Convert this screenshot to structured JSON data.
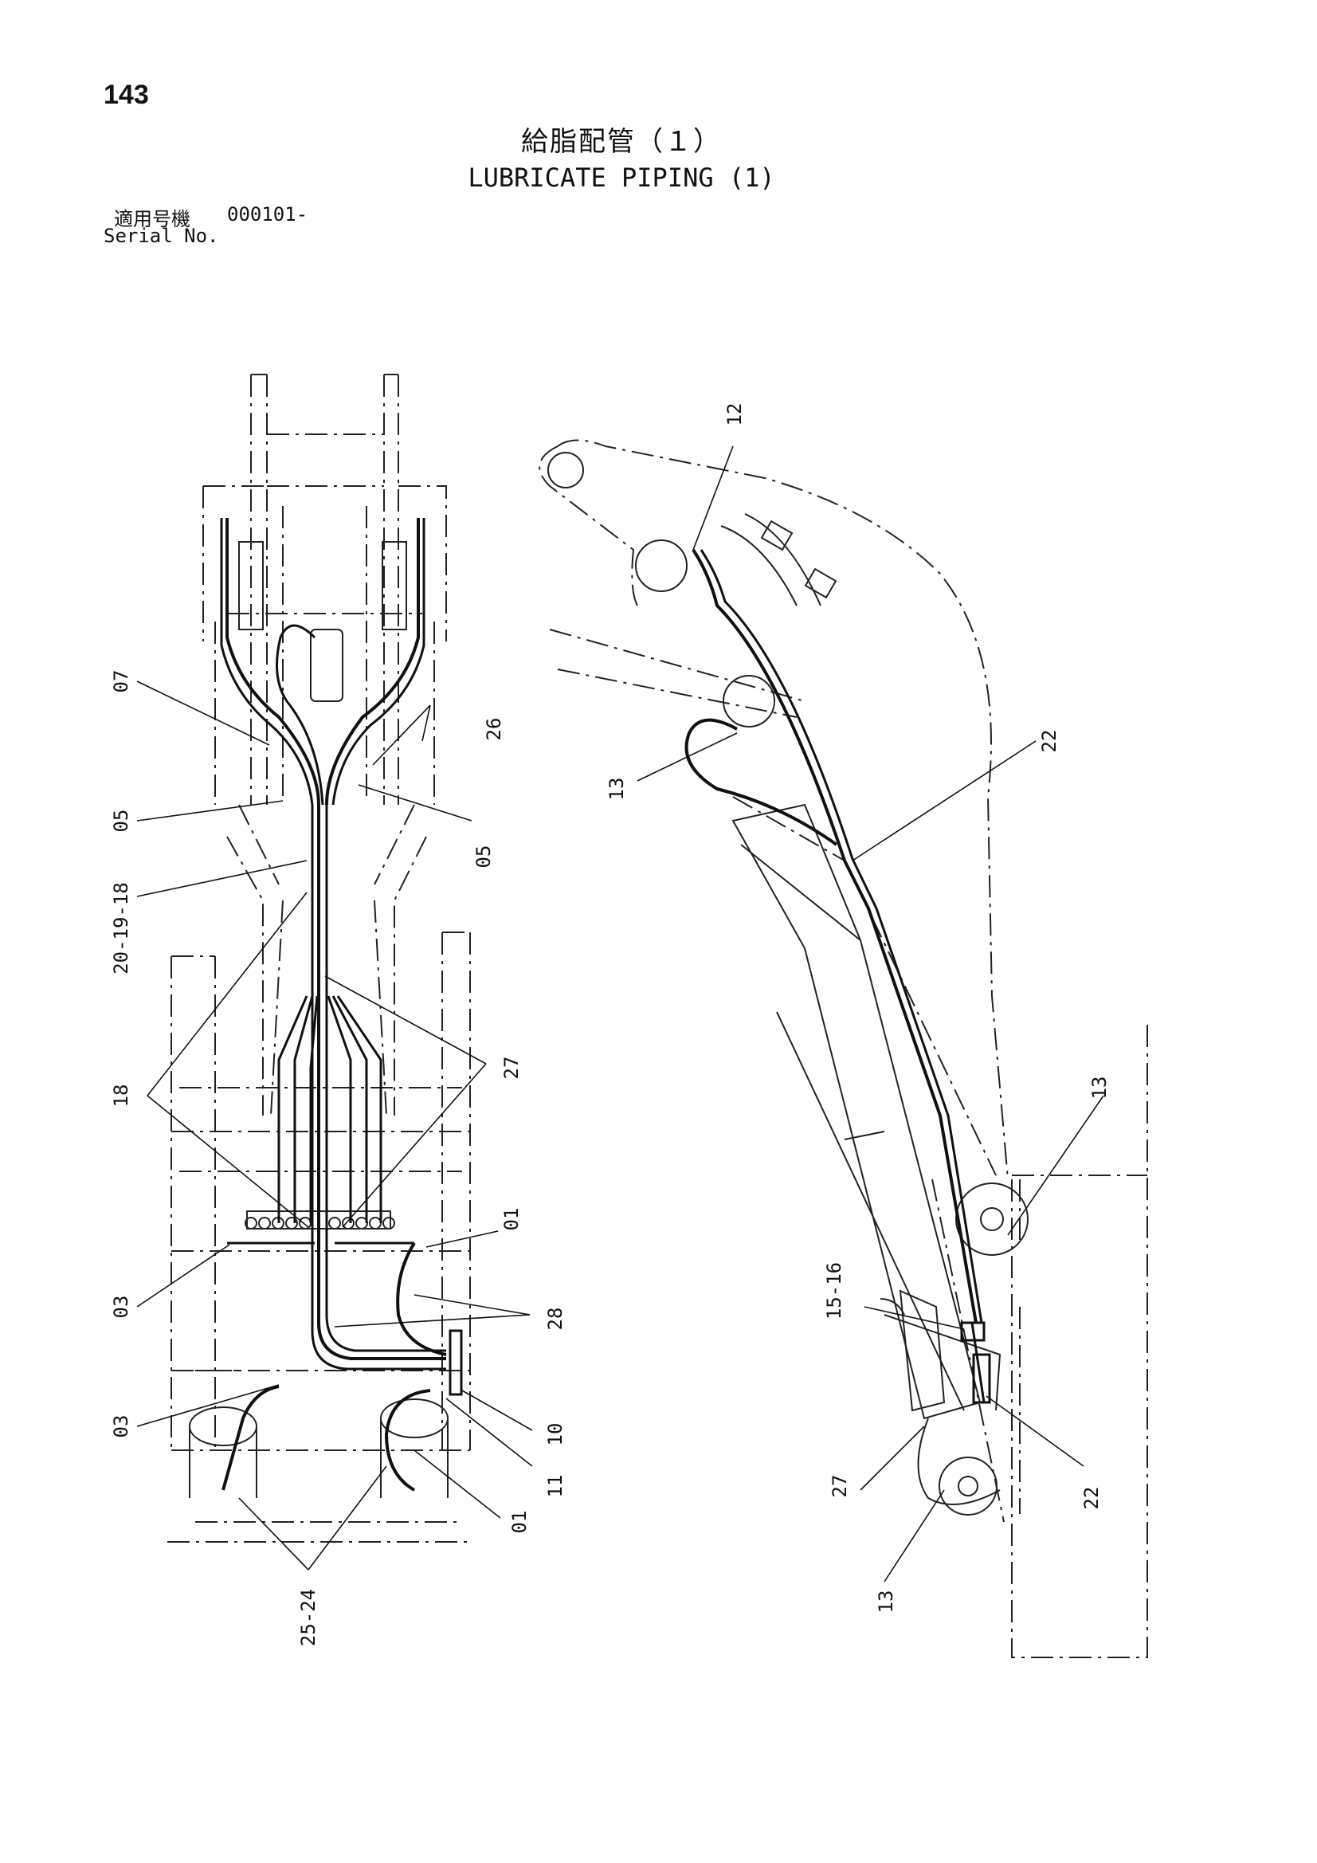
{
  "header": {
    "page_number": "143",
    "title_jp": "給脂配管（１）",
    "title_en": "LUBRICATE PIPING (1)",
    "serial_label_jp": "適用号機",
    "serial_number": "000101-",
    "serial_label_en": "Serial No."
  },
  "callouts": {
    "c07": "07",
    "c05_left": "05",
    "c05_right": "05",
    "c26": "26",
    "c20_19_18": "20-19-18",
    "c18": "18",
    "c27_left": "27",
    "c01_upper": "01",
    "c03_upper": "03",
    "c28": "28",
    "c03_lower": "03",
    "c10": "10",
    "c11": "11",
    "c01_lower": "01",
    "c25_24": "25-24",
    "c12": "12",
    "c13_upper": "13",
    "c22_upper": "22",
    "c13_right": "13",
    "c15_16": "15-16",
    "c27_right": "27",
    "c22_lower": "22",
    "c13_lower": "13"
  }
}
